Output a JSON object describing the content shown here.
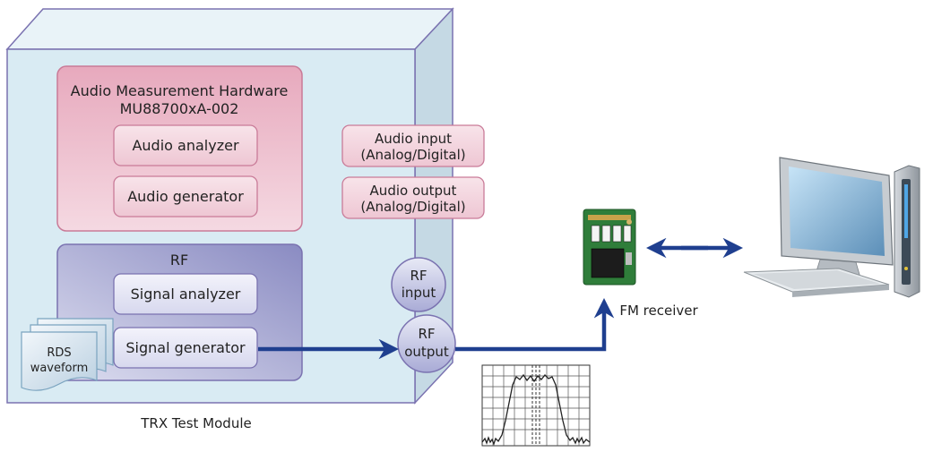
{
  "module": {
    "label": "TRX Test Module",
    "audio_hw": {
      "line1": "Audio Measurement Hardware",
      "line2": "MU88700xA-002"
    },
    "audio_analyzer": "Audio analyzer",
    "audio_generator": "Audio generator",
    "audio_input": {
      "line1": "Audio input",
      "line2": "(Analog/Digital)"
    },
    "audio_output": {
      "line1": "Audio output",
      "line2": "(Analog/Digital)"
    },
    "rf": "RF",
    "signal_analyzer": "Signal analyzer",
    "signal_generator": "Signal generator",
    "rf_input": {
      "line1": "RF",
      "line2": "input"
    },
    "rf_output": {
      "line1": "RF",
      "line2": "output"
    },
    "rds_waveform": {
      "line1": "RDS",
      "line2": "waveform"
    }
  },
  "receiver": {
    "label": "FM receiver"
  },
  "colors": {
    "box_face": "#d9ebf3",
    "box_outline": "#7a72b0",
    "audio_block": "#d98ca5",
    "rf_block": "#8e8fc4",
    "arrow": "#1f3f8f"
  },
  "icons": [
    "rds-document-stack-icon",
    "spectrum-graph-icon",
    "fm-receiver-board-icon",
    "desktop-computer-icon"
  ]
}
